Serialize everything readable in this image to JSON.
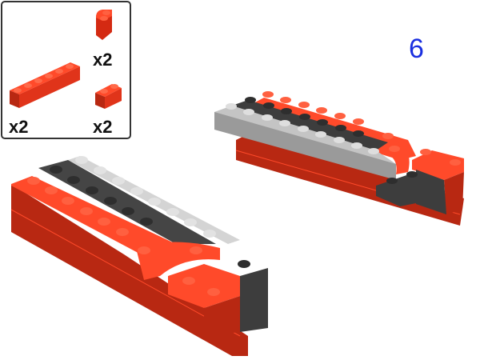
{
  "step": {
    "number": "6"
  },
  "parts_list": {
    "items": [
      {
        "name": "brick-1x1-round-corner",
        "color": "red",
        "quantity": "x2"
      },
      {
        "name": "brick-1x6",
        "color": "red",
        "quantity": "x2"
      },
      {
        "name": "brick-1x2",
        "color": "red",
        "quantity": "x2"
      }
    ]
  },
  "colors": {
    "red": "#e8331a",
    "red_dark": "#a82410",
    "dark_gray": "#4a4a4a",
    "light_gray": "#b8b8b8",
    "step_blue": "#1a2fe0"
  },
  "assemblies": [
    {
      "name": "left-assembly",
      "rows": [
        "red",
        "dark_gray",
        "light_gray"
      ]
    },
    {
      "name": "right-assembly",
      "rows": [
        "red",
        "dark_gray",
        "light_gray"
      ]
    }
  ]
}
